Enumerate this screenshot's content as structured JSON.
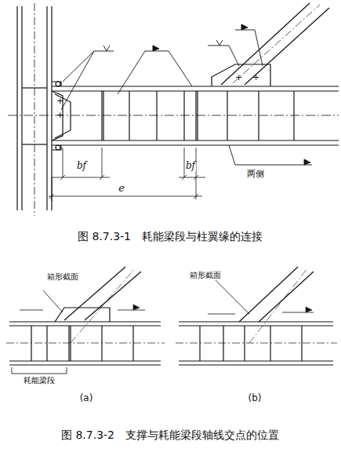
{
  "diagram": {
    "labels": [
      "bf",
      "bf",
      "e",
      "两侧",
      "图 8.7.3-1　耗能梁段与柱翼缘的连接",
      "箱形截面",
      "耗能梁段",
      "(a)",
      "箱形截面",
      "(b)",
      "图 8.7.3-2　支撑与耗能梁段轴线交点的位置"
    ]
  }
}
